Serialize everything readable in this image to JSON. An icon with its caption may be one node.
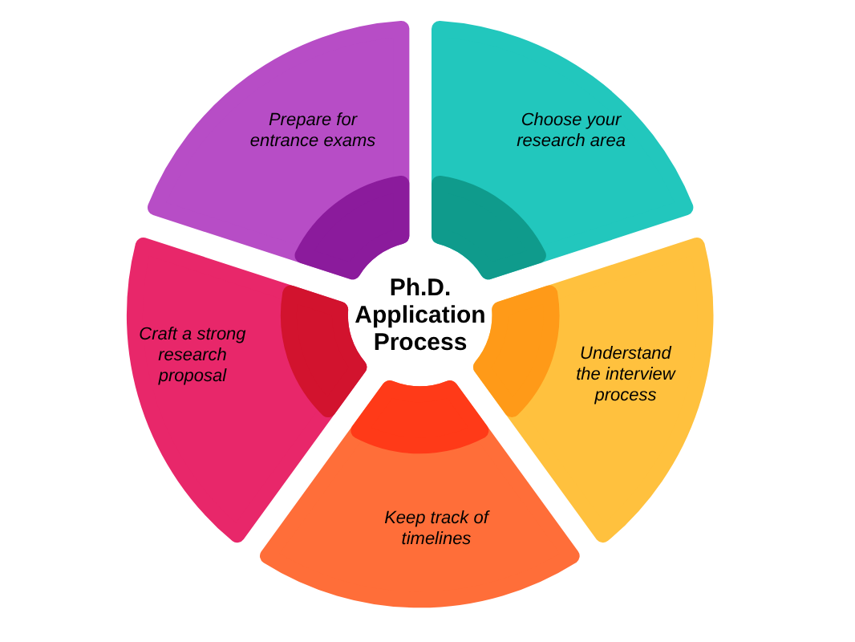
{
  "diagram": {
    "nodes": [
      {
        "text": [
          "Prepare for entrance exams"
        ]
      },
      {
        "text": [
          "Choose your research area"
        ]
      },
      {
        "text": [
          "Craft a strong research proposal"
        ]
      },
      {
        "text": [
          "Ph.D. Application Process"
        ]
      },
      {
        "text": [
          "Understand the interview process"
        ]
      },
      {
        "text": [
          "Keep track of timelines"
        ]
      }
    ]
  }
}
